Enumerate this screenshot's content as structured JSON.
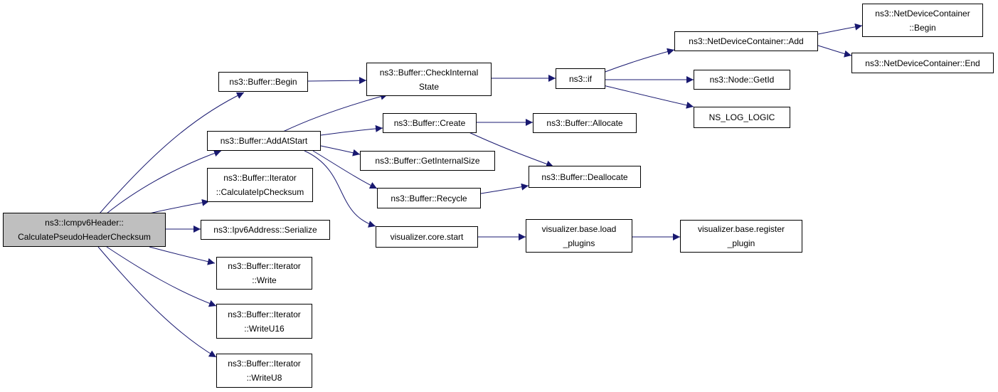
{
  "colors": {
    "edge": "#191970",
    "root_fill": "#bfbfbf",
    "node_fill": "#ffffff",
    "border": "#000000"
  },
  "nodes": {
    "root": {
      "line1": "ns3::Icmpv6Header::",
      "line2": "CalculatePseudoHeaderChecksum"
    },
    "buffer_begin": {
      "line1": "ns3::Buffer::Begin"
    },
    "buffer_addatstart": {
      "line1": "ns3::Buffer::AddAtStart"
    },
    "iterator_calc_ip": {
      "line1": "ns3::Buffer::Iterator",
      "line2": "::CalculateIpChecksum"
    },
    "ipv6_serialize": {
      "line1": "ns3::Ipv6Address::Serialize"
    },
    "iterator_write": {
      "line1": "ns3::Buffer::Iterator",
      "line2": "::Write"
    },
    "iterator_writeu16": {
      "line1": "ns3::Buffer::Iterator",
      "line2": "::WriteU16"
    },
    "iterator_writeu8": {
      "line1": "ns3::Buffer::Iterator",
      "line2": "::WriteU8"
    },
    "buffer_checkinternal": {
      "line1": "ns3::Buffer::CheckInternal",
      "line2": "State"
    },
    "buffer_create": {
      "line1": "ns3::Buffer::Create"
    },
    "buffer_getinternalsize": {
      "line1": "ns3::Buffer::GetInternalSize"
    },
    "buffer_recycle": {
      "line1": "ns3::Buffer::Recycle"
    },
    "viz_core_start": {
      "line1": "visualizer.core.start"
    },
    "ns3_if": {
      "line1": "ns3::if"
    },
    "buffer_allocate": {
      "line1": "ns3::Buffer::Allocate"
    },
    "buffer_deallocate": {
      "line1": "ns3::Buffer::Deallocate"
    },
    "viz_load_plugins": {
      "line1": "visualizer.base.load",
      "line2": "_plugins"
    },
    "ndc_add": {
      "line1": "ns3::NetDeviceContainer::Add"
    },
    "node_getid": {
      "line1": "ns3::Node::GetId"
    },
    "ns_log_logic": {
      "line1": "NS_LOG_LOGIC"
    },
    "viz_register_plugin": {
      "line1": "visualizer.base.register",
      "line2": "_plugin"
    },
    "ndc_begin": {
      "line1": "ns3::NetDeviceContainer",
      "line2": "::Begin"
    },
    "ndc_end": {
      "line1": "ns3::NetDeviceContainer::End"
    }
  }
}
